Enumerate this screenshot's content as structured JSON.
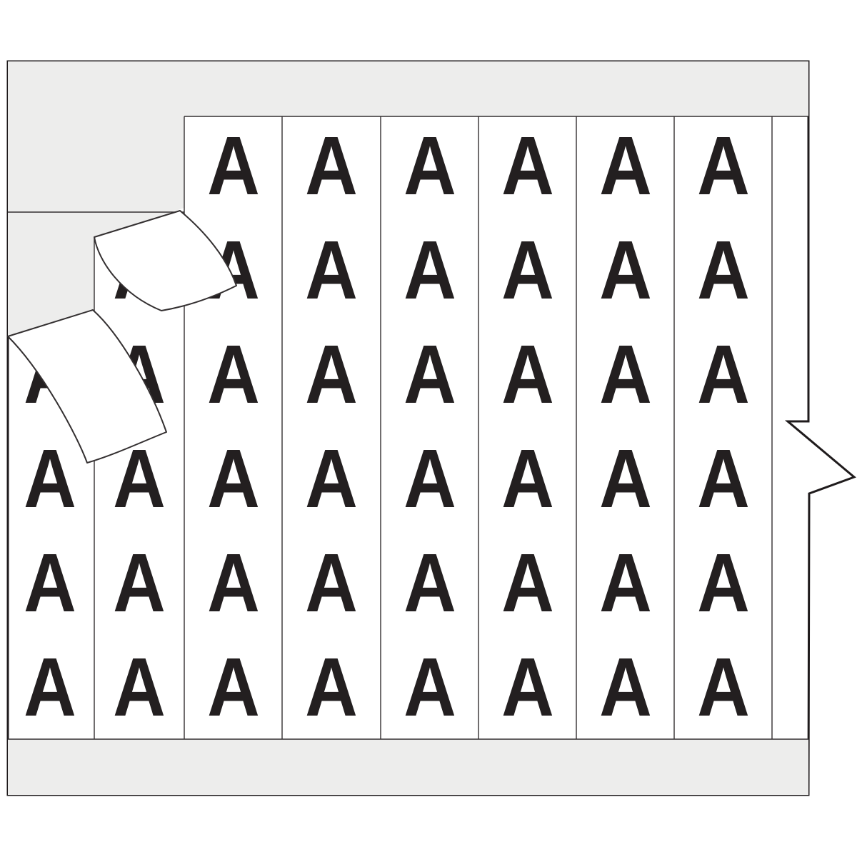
{
  "label_card": {
    "marker_text": "A",
    "columns": [
      {
        "id": "column-1",
        "cells": [
          "A",
          "A",
          "A",
          "A"
        ]
      },
      {
        "id": "column-2",
        "cells": [
          "A",
          "A",
          "A",
          "A",
          "A"
        ]
      },
      {
        "id": "column-3",
        "cells": [
          "A",
          "A",
          "A",
          "A",
          "A",
          "A"
        ]
      },
      {
        "id": "column-4",
        "cells": [
          "A",
          "A",
          "A",
          "A",
          "A",
          "A"
        ]
      },
      {
        "id": "column-5",
        "cells": [
          "A",
          "A",
          "A",
          "A",
          "A",
          "A"
        ]
      },
      {
        "id": "column-6",
        "cells": [
          "A",
          "A",
          "A",
          "A",
          "A",
          "A"
        ]
      },
      {
        "id": "column-7",
        "cells": [
          "A",
          "A",
          "A",
          "A",
          "A",
          "A"
        ]
      },
      {
        "id": "column-8",
        "cells": [
          "A",
          "A",
          "A",
          "A",
          "A",
          "A"
        ]
      }
    ],
    "peeling_labels": [
      {
        "id": "peeling-label-1",
        "printed_side_visible": false
      },
      {
        "id": "peeling-label-2",
        "printed_side_visible": false
      }
    ]
  },
  "colors": {
    "page_background": "#ffffff",
    "card_face": "#ffffff",
    "liner_gray": "#ededec",
    "line_color": "#332f30",
    "border_color": "#1f1b1c",
    "letter_color": "#231f20"
  }
}
